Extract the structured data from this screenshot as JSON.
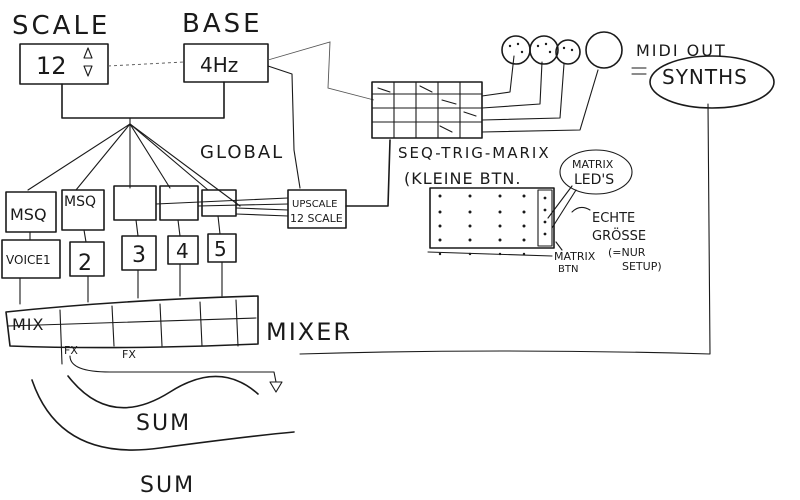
{
  "labels": {
    "scale_heading": "SCALE",
    "base_heading": "BASE",
    "scale_value": "12",
    "base_value": "4Hz",
    "global": "GLOBAL",
    "midi_out": "MIDI OUT",
    "synths": "SYNTHS",
    "matrix_title": "SEQ-TRIG-MARIX",
    "matrix_subtitle": "(KLEINE BTN.",
    "matrix_leds_1": "MATRIX",
    "matrix_leds_2": "LED'S",
    "echte": "ECHTE",
    "groesse": "GRÖSSE",
    "matrix_btn_1": "MATRIX",
    "matrix_btn_2": "BTN",
    "nur_setup_1": "(=NUR",
    "nur_setup_2": "SETUP)",
    "upscale_1": "UPSCALE",
    "upscale_2": "12 SCALE",
    "msq_1": "MSQ",
    "msq_2": "MSQ",
    "voice_1": "VOICE1",
    "voice_2": "2",
    "voice_3": "3",
    "voice_4": "4",
    "voice_5": "5",
    "mix": "MIX",
    "mixer": "MIXER",
    "fx_1": "FX",
    "fx_2": "FX",
    "sum_1": "SUM",
    "sum_2": "SUM"
  },
  "colors": {
    "ink": "#1a1a1a",
    "paper": "#ffffff"
  }
}
